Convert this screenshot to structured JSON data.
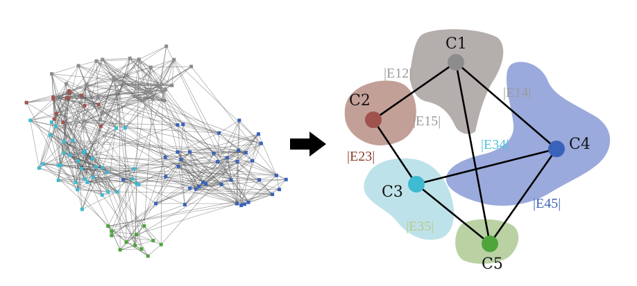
{
  "colors": {
    "gray": "#8c8c8c",
    "brown": "#a0524d",
    "cyan": "#3fbad0",
    "blue": "#3a62b8",
    "green": "#4ea53c",
    "edge": "#000000"
  },
  "arrow_icon": "right-arrow-icon",
  "clusters": [
    {
      "id": "C1",
      "label": "C1",
      "color_key": "gray"
    },
    {
      "id": "C2",
      "label": "C2",
      "color_key": "brown"
    },
    {
      "id": "C3",
      "label": "C3",
      "color_key": "cyan"
    },
    {
      "id": "C4",
      "label": "C4",
      "color_key": "blue"
    },
    {
      "id": "C5",
      "label": "C5",
      "color_key": "green"
    }
  ],
  "edge_labels": [
    {
      "id": "E12",
      "text": "|E12|",
      "color": "#9a9a9a"
    },
    {
      "id": "E14",
      "text": "|E14|",
      "color": "#9a9a9a"
    },
    {
      "id": "E15",
      "text": "|E15|",
      "color": "#9a9a9a"
    },
    {
      "id": "E23",
      "text": "|E23|",
      "color": "#8a3a2a"
    },
    {
      "id": "E34",
      "text": "|E34|",
      "color": "#4fc3d8"
    },
    {
      "id": "E35",
      "text": "|E35|",
      "color": "#b9c98a"
    },
    {
      "id": "E45",
      "text": "|E45|",
      "color": "#3a62b8"
    }
  ]
}
